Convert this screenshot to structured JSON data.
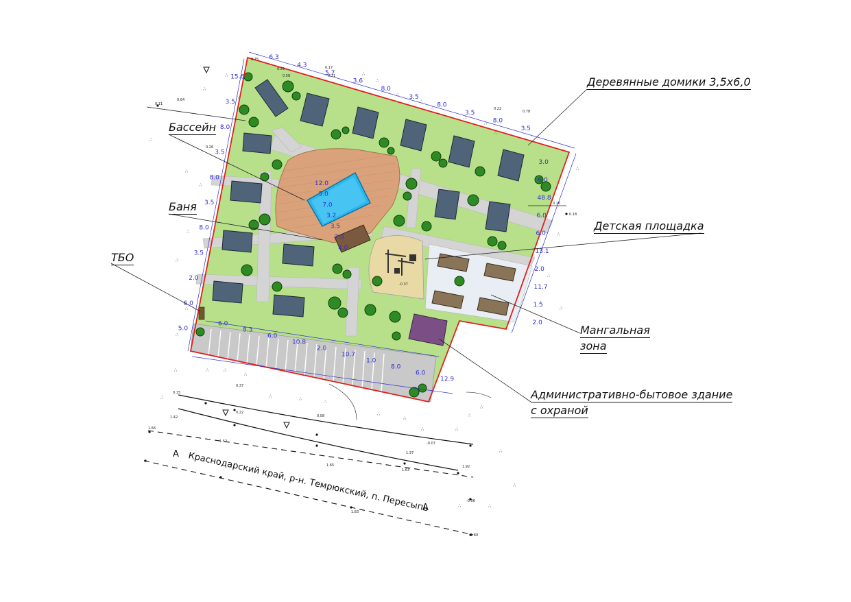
{
  "labels": {
    "cabins": "Деревянные домики 3,5х6,0",
    "pool": "Бассейн",
    "bathhouse": "Баня",
    "playground": "Детская площадка",
    "waste": "ТБО",
    "bbq_line1": "Мангальная",
    "bbq_line2": "зона",
    "admin_line1": "Административно-бытовое здание",
    "admin_line2": "с охраной",
    "address": "Краснодарский край, р-н. Темрюкский, п. Пересыпь",
    "section_a": "А"
  },
  "dimensions_top": [
    "6.3",
    "4.3",
    "5.7",
    "3.6",
    "8.0",
    "3.5",
    "8.0",
    "3.5",
    "8.0",
    "3.5"
  ],
  "dimensions_left": [
    "15.6",
    "3.5",
    "8.0",
    "3.5",
    "8.0",
    "3.5",
    "8.0",
    "3.5",
    "2.0",
    "6.0",
    "5.0"
  ],
  "dimensions_right": [
    "3.0",
    "6.0",
    "48.8",
    "6.0",
    "6.0",
    "13.1",
    "2.0",
    "11.7",
    "1.5",
    "2.0"
  ],
  "dimensions_bottom": [
    "6.0",
    "8.3",
    "6.0",
    "10.8",
    "2.0",
    "10.7",
    "1.0",
    "8.0",
    "6.0",
    "12.9"
  ],
  "pool_dims": [
    "12.0",
    "5.0",
    "7.0",
    "3.2",
    "3.5",
    "7.0",
    "4.0"
  ],
  "spot_heights": [
    "0.11",
    "0.64",
    "0.37",
    "0.75",
    "0.29",
    "0.58",
    "0.17",
    "0.31",
    "0.26",
    "0.22",
    "0.78",
    "0.16",
    "0.18",
    "-0.37",
    "0.15",
    "1.42",
    "1.66",
    "1.52",
    "1.37",
    "1.92",
    "1.63",
    "1.65",
    "1.83",
    "1.80",
    "-0.06",
    "-0.07",
    "0.08",
    "0.22"
  ],
  "colors": {
    "lawn": "#b8e08a",
    "plaza": "#d9a27a",
    "pool": "#2bb6ee",
    "roof": "#4f6379",
    "boundary": "#e0201c",
    "dimension": "#2d2dcf",
    "admin": "#7b4f86",
    "hut": "#8a7458",
    "parking": "#c9c9c9",
    "path": "#d4d4d4",
    "tree": "#2e8a22"
  }
}
